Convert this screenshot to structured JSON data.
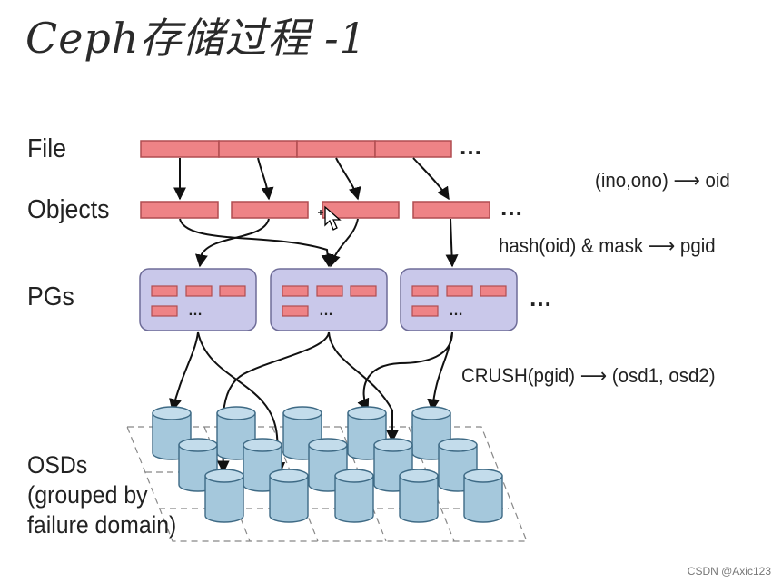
{
  "slide": {
    "title": "Ceph存储过程 -1"
  },
  "labels": {
    "file": "File",
    "objects": "Objects",
    "pgs": "PGs",
    "osds": [
      "OSDs",
      "(grouped by",
      "failure domain)"
    ]
  },
  "annotations": {
    "file_to_object": {
      "left": "(ino,ono)",
      "arrow": "⟶",
      "right": "oid"
    },
    "object_to_pg": {
      "left": "hash(oid) & mask",
      "arrow": "⟶",
      "right": "pgid"
    },
    "pg_to_osd": {
      "left": "CRUSH(pgid)",
      "arrow": "⟶",
      "right": "(osd1, osd2)"
    }
  },
  "ellipsis": "…",
  "watermark": "CSDN @Axic123",
  "colors": {
    "object_fill": "#ee8386",
    "object_stroke": "#b04d50",
    "pg_fill": "#c9c8ea",
    "pg_stroke": "#6e6c98",
    "osd_fill": "#a5c8dc",
    "osd_stroke": "#3e6a85",
    "arrow": "#111111"
  }
}
